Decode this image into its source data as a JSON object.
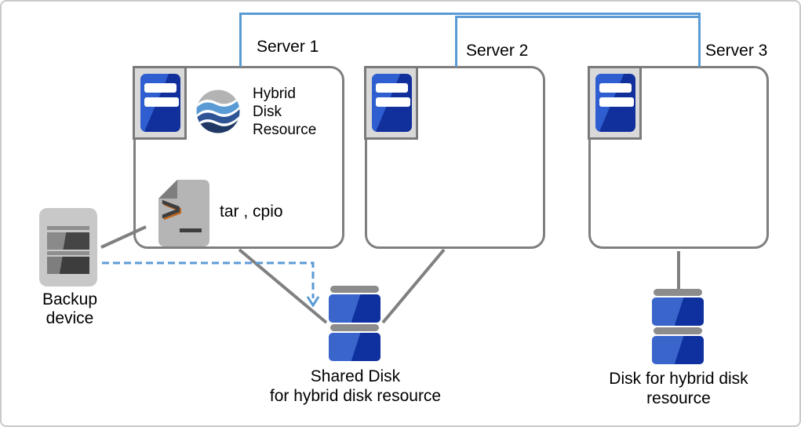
{
  "servers": [
    {
      "label": "Server 1"
    },
    {
      "label": "Server 2"
    },
    {
      "label": "Server 3"
    }
  ],
  "server1_contents": {
    "hybrid_disk_resource": {
      "lines": [
        "Hybrid",
        "Disk",
        "Resource"
      ]
    },
    "backup_tools_label": "tar , cpio"
  },
  "backup_device": {
    "lines": [
      "Backup",
      "device"
    ]
  },
  "shared_disk": {
    "lines": [
      "Shared Disk",
      "for hybrid disk resource"
    ]
  },
  "hybrid_disk": {
    "lines": [
      "Disk for hybrid disk",
      "resource"
    ]
  },
  "icons": {
    "server_icon": "server-tower-icon",
    "hybrid_resource_icon": "wave-sphere-icon",
    "tar_cpio_icon": "terminal-document-icon",
    "backup_icon": "backup-device-icon",
    "disk_icon": "disk-stack-icon",
    "arrow": "dashed-arrow-down"
  },
  "colors": {
    "interconnect_blue": "#5b9bd5",
    "connector_gray": "#808080",
    "box_border_gray": "#7f7f7f",
    "server_blue_light": "#2e5ecf",
    "server_blue_dark": "#12309b",
    "disk_blue_light": "#3a66cc",
    "disk_blue_dark": "#0f309f",
    "sphere_gray": "#b3b3b3",
    "sphere_light_blue": "#5b9bd5",
    "sphere_mid_blue": "#2f5496",
    "sphere_navy": "#1f3864",
    "doc_gray": "#b5b5b5",
    "doc_fold_gray": "#7e7e7e"
  }
}
